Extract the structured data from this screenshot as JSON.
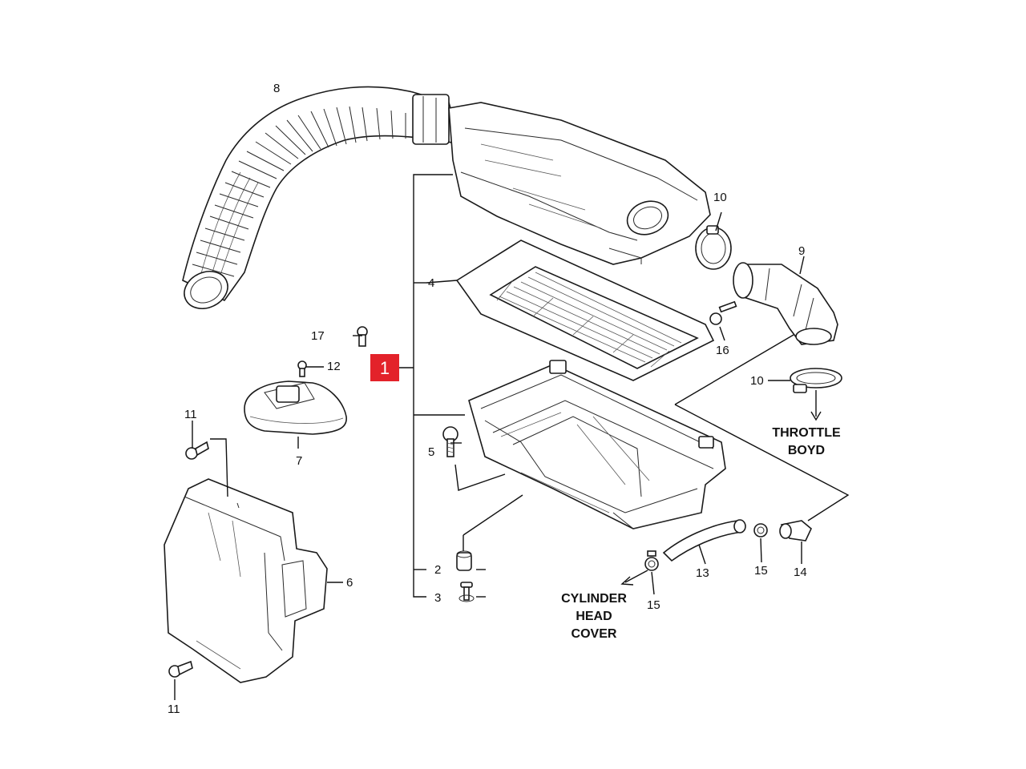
{
  "callouts": {
    "c8": "8",
    "c10a": "10",
    "c9": "9",
    "c4": "4",
    "c16": "16",
    "c17": "17",
    "c12": "12",
    "c1": "1",
    "c10b": "10",
    "c11a": "11",
    "c7": "7",
    "c5": "5",
    "c6": "6",
    "c2": "2",
    "c3": "3",
    "c13": "13",
    "c15a": "15",
    "c14": "14",
    "c15b": "15",
    "c11b": "11"
  },
  "notes": {
    "throttle_line1": "THROTTLE",
    "throttle_line2": "BOYD",
    "cyl_line1": "CYLINDER",
    "cyl_line2": "HEAD",
    "cyl_line3": "COVER"
  },
  "colors": {
    "highlight": "#e3222a",
    "ink": "#111111"
  }
}
